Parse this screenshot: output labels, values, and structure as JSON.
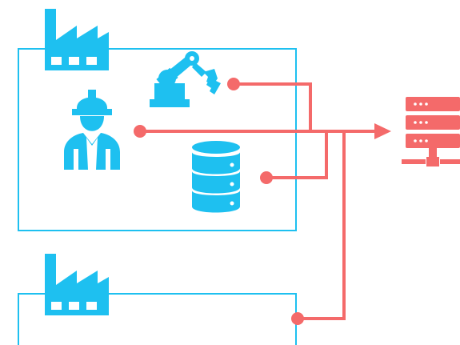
{
  "colors": {
    "primary": "#1EC0F0",
    "connector": "#F46A6A",
    "background": "#FFFFFF"
  },
  "diagram": {
    "sites": [
      {
        "name": "factory-site-1",
        "icon": "factory-icon",
        "assets": [
          "robot-arm-icon",
          "worker-icon",
          "database-icon"
        ]
      },
      {
        "name": "factory-site-2",
        "icon": "factory-icon",
        "assets": []
      }
    ],
    "target": {
      "icon": "server-icon"
    },
    "connections": [
      {
        "from": "robot-arm-icon",
        "to": "server-icon"
      },
      {
        "from": "worker-icon",
        "to": "server-icon"
      },
      {
        "from": "database-icon",
        "to": "server-icon"
      },
      {
        "from": "factory-site-2",
        "to": "server-icon"
      }
    ]
  }
}
